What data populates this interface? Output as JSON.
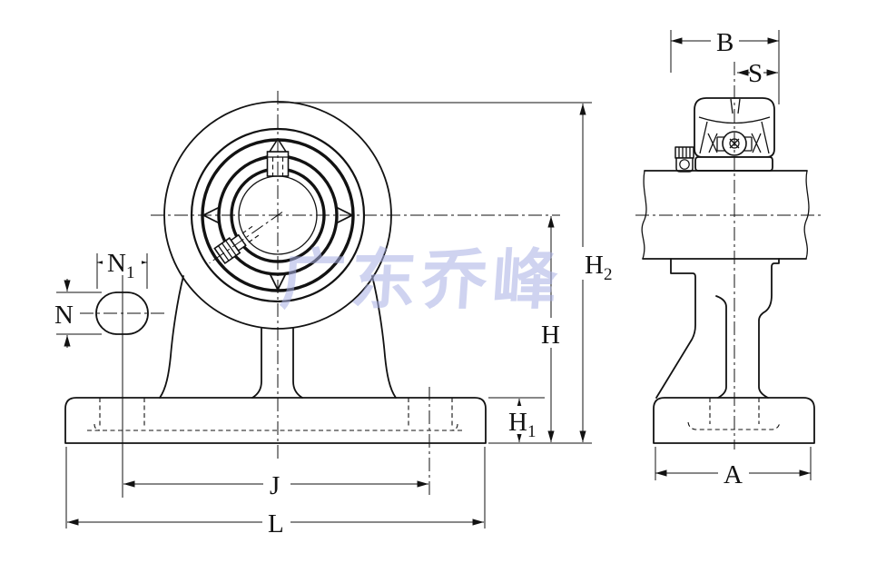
{
  "watermark": {
    "text": "广东乔峰",
    "color": "#a9b0e4",
    "opacity": 0.8
  },
  "colors": {
    "line": "#121212",
    "background": "#ffffff"
  },
  "labels": {
    "B": {
      "main": "B"
    },
    "S": {
      "main": "S"
    },
    "N1": {
      "main": "N",
      "sub": "1"
    },
    "N": {
      "main": "N"
    },
    "H2": {
      "main": "H",
      "sub": "2"
    },
    "H": {
      "main": "H"
    },
    "H1": {
      "main": "H",
      "sub": "1"
    },
    "J": {
      "main": "J"
    },
    "L": {
      "main": "L"
    },
    "A": {
      "main": "A"
    }
  }
}
